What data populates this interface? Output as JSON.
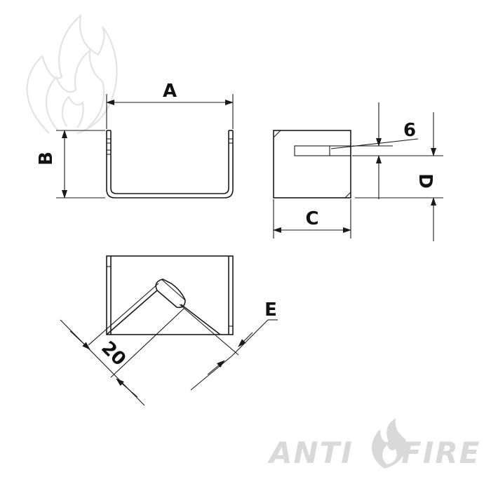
{
  "dimensions": {
    "A": "A",
    "B": "B",
    "C": "C",
    "D": "D",
    "E": "E",
    "six": "6",
    "twenty": "20"
  },
  "brand": {
    "left": "ANTI",
    "right": "FIRE"
  },
  "colors": {
    "line": "#1a1a1a",
    "watermark": "#d9d9d9"
  },
  "icons": {
    "watermark": "flame-icon",
    "brand": "flame-icon"
  }
}
